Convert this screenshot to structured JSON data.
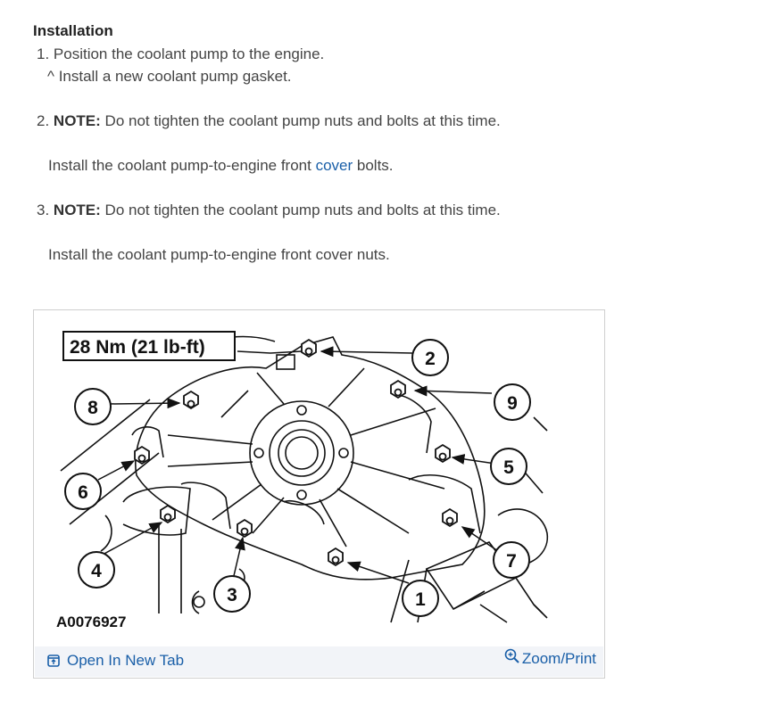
{
  "section": {
    "heading": "Installation"
  },
  "steps": [
    {
      "text": "1. Position the coolant pump to the engine."
    },
    {
      "text": "^  Install a new coolant pump gasket."
    },
    {
      "num": "2.",
      "note_label": "NOTE:",
      "note_text": " Do not tighten the coolant pump nuts and bolts at this time."
    },
    {
      "text_before": "Install the coolant pump-to-engine front ",
      "link": "cover",
      "text_after": " bolts."
    },
    {
      "num": "3.",
      "note_label": "NOTE:",
      "note_text": " Do not tighten the coolant pump nuts and bolts at this time."
    },
    {
      "text": "Install the coolant pump-to-engine front cover nuts."
    }
  ],
  "figure": {
    "torque_label": "28 Nm (21 lb-ft)",
    "figure_id": "A0076927",
    "callouts": [
      "1",
      "2",
      "3",
      "4",
      "5",
      "6",
      "7",
      "8",
      "9"
    ],
    "open_label": "Open In New Tab",
    "zoom_label": "Zoom/Print",
    "link_color": "#1a5fa8",
    "footer_bg": "#f2f4f8",
    "icons": {
      "open": "open-tab-icon",
      "zoom": "zoom-in-icon"
    }
  }
}
